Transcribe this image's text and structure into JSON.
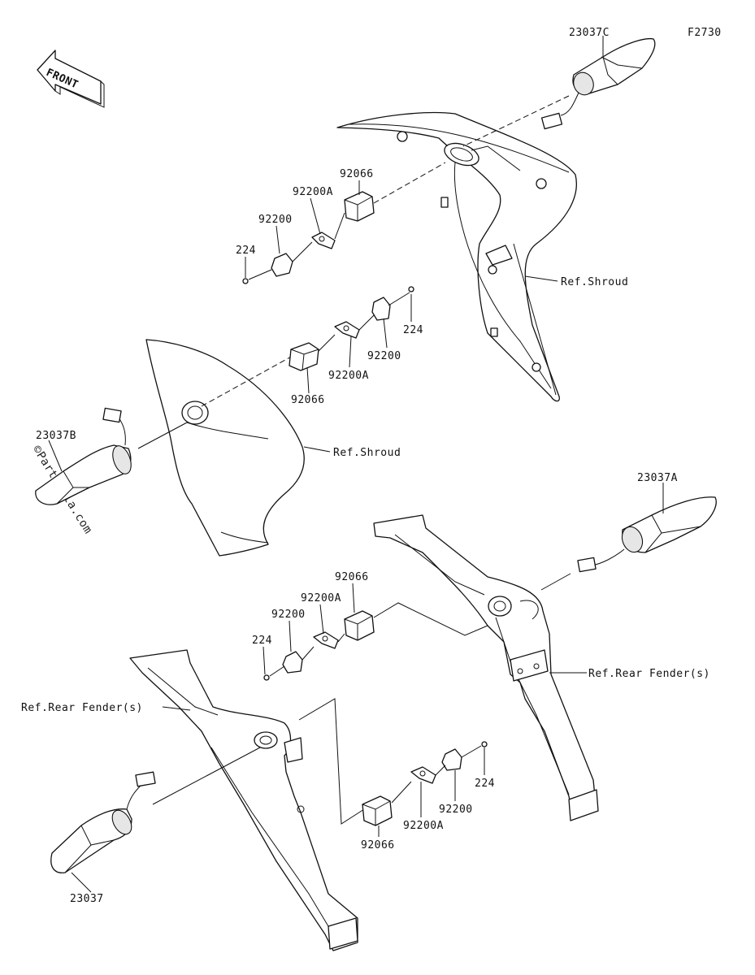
{
  "figure_code": "F2730",
  "front_arrow_label": "FRONT",
  "watermark": "©Partzilla.com",
  "callouts": {
    "turn_signal_front_right": "23037C",
    "turn_signal_front_left": "23037B",
    "turn_signal_rear_right": "23037A",
    "turn_signal_rear_left": "23037",
    "ref_shroud_right": "Ref.Shroud",
    "ref_shroud_left": "Ref.Shroud",
    "ref_rear_fender_right": "Ref.Rear Fender(s)",
    "ref_rear_fender_left": "Ref.Rear Fender(s)",
    "g1_92066": "92066",
    "g1_92200A": "92200A",
    "g1_92200": "92200",
    "g1_224": "224",
    "g2_224": "224",
    "g2_92200": "92200",
    "g2_92200A": "92200A",
    "g2_92066": "92066",
    "g3_92066": "92066",
    "g3_92200A": "92200A",
    "g3_92200": "92200",
    "g3_224": "224",
    "g4_224": "224",
    "g4_92200": "92200",
    "g4_92200A": "92200A",
    "g4_92066": "92066"
  }
}
